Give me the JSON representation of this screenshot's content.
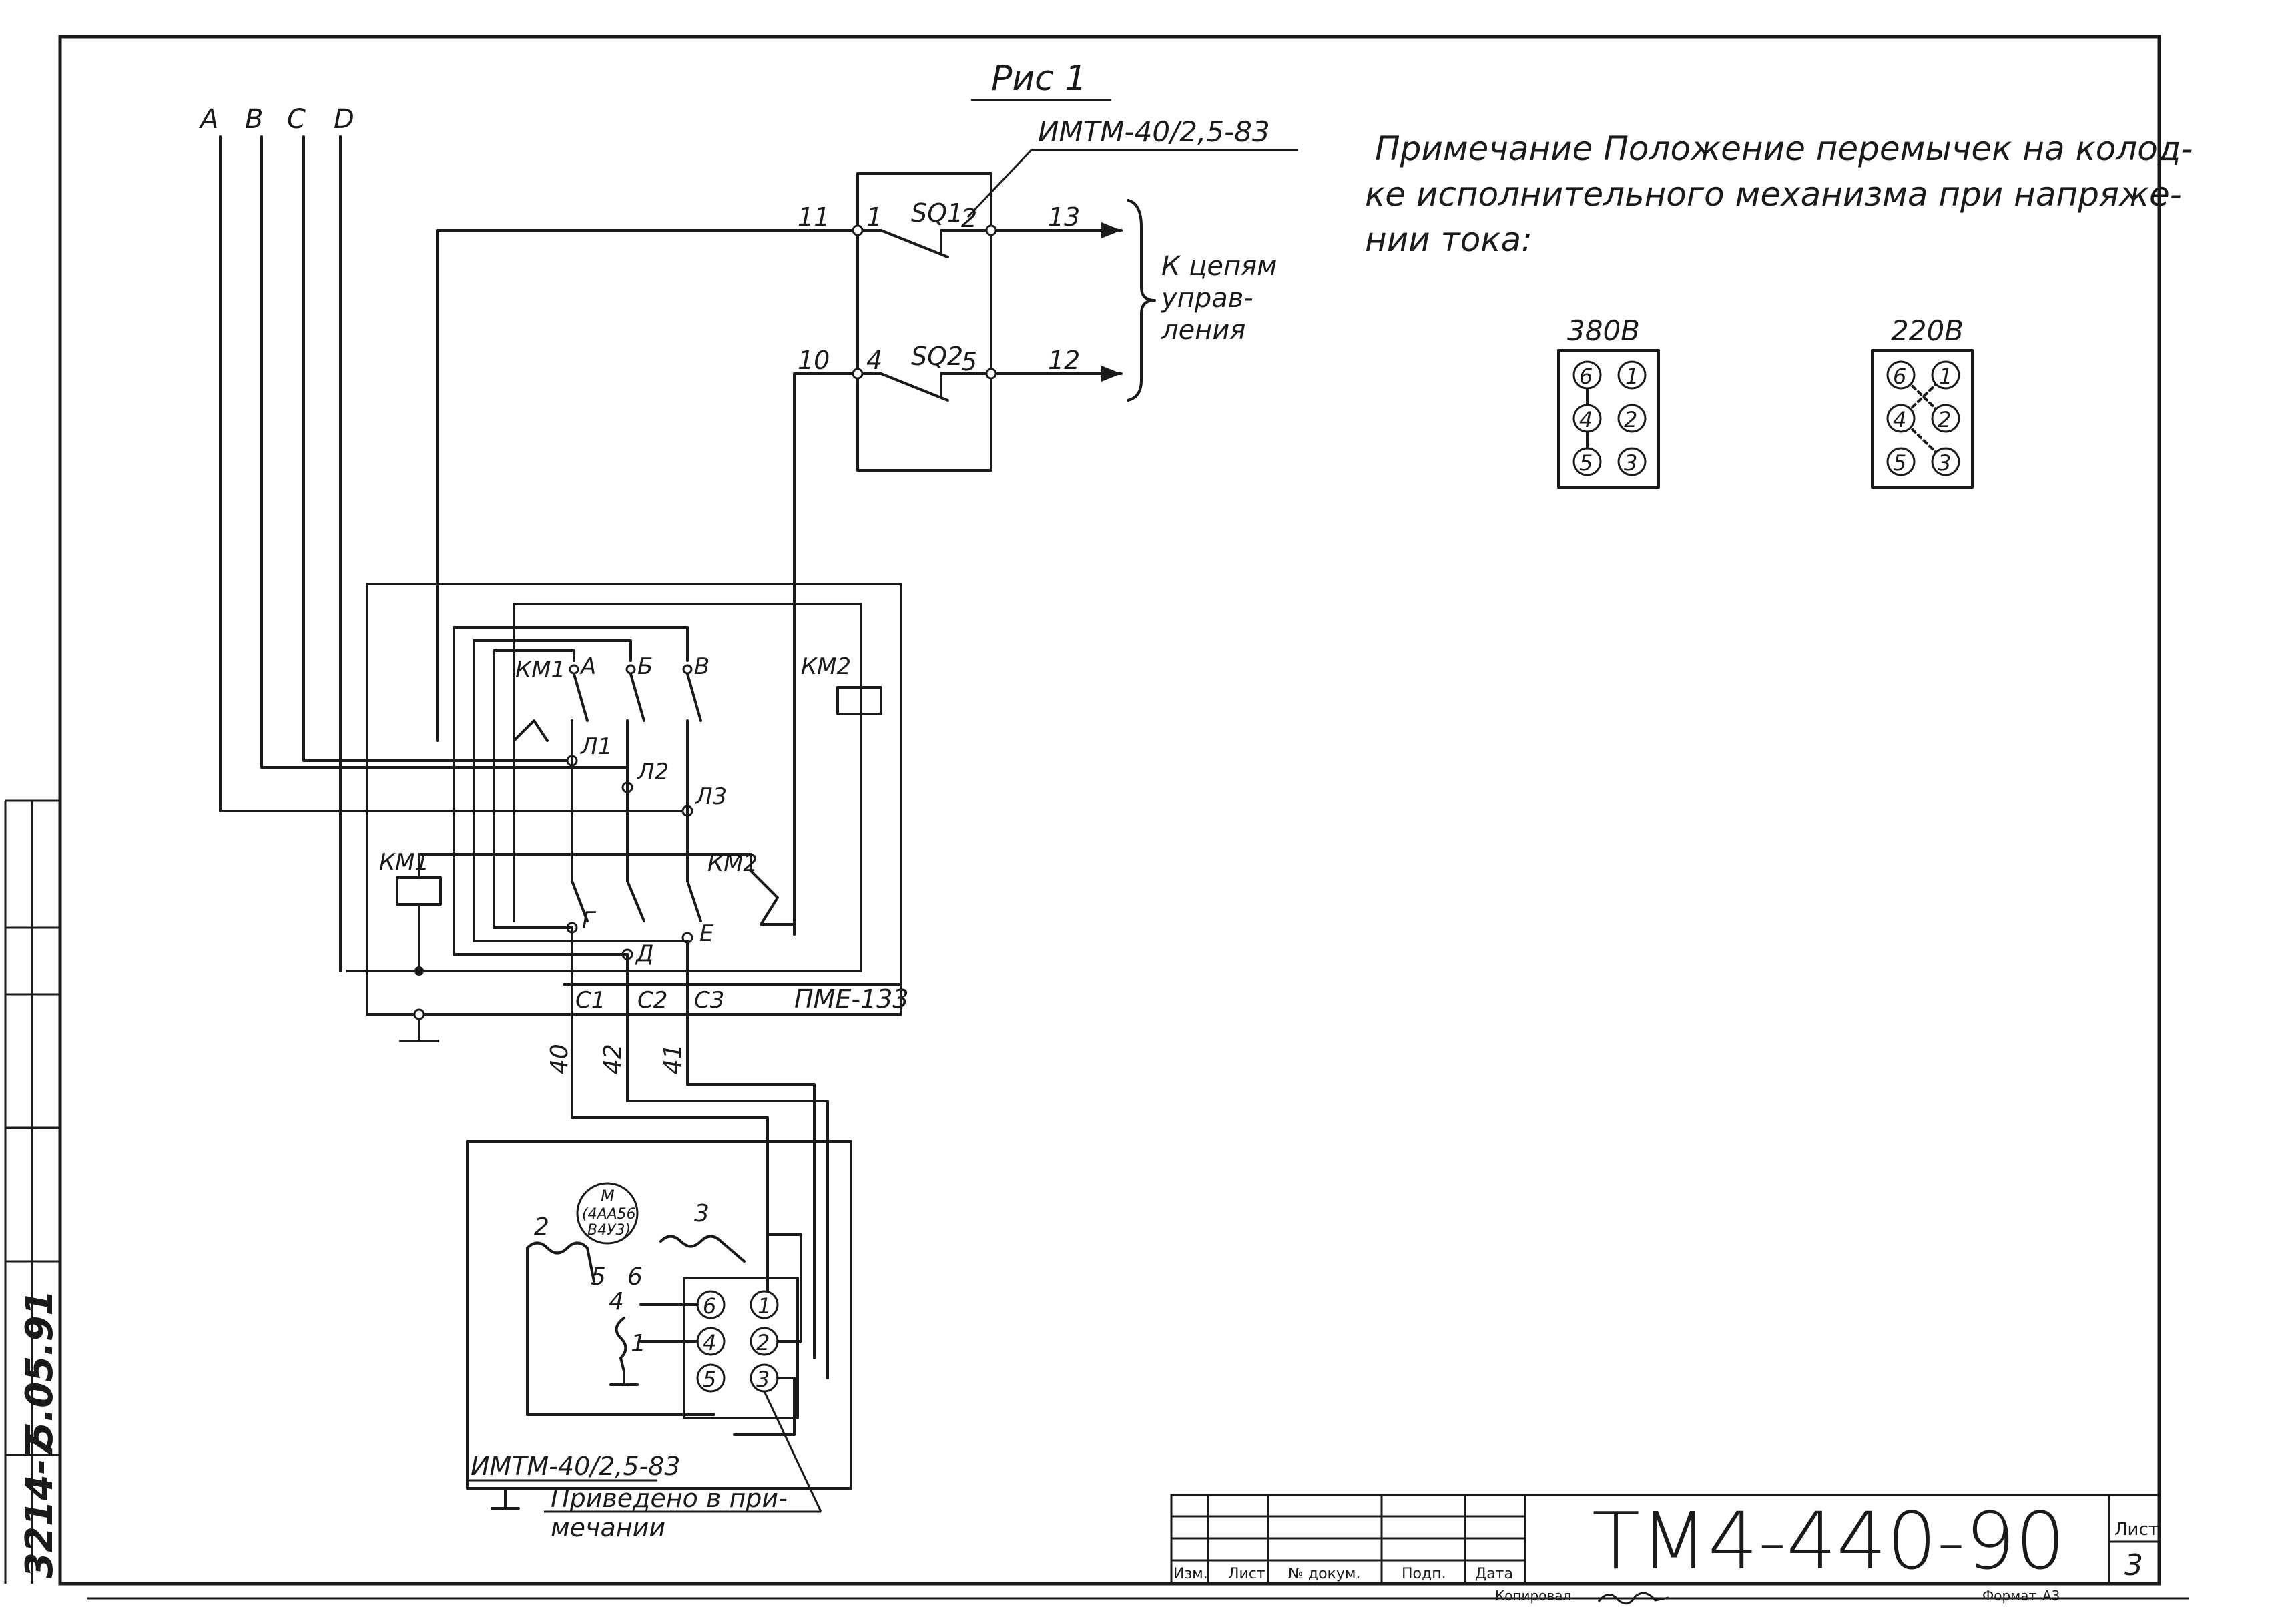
{
  "figure": {
    "title": "Рис 1",
    "device_ref": "ИМТМ-40/2,5-83"
  },
  "buses": [
    "A",
    "B",
    "C",
    "D"
  ],
  "limit_switches": {
    "sq1": {
      "name": "SQ1",
      "in_terminal": "1",
      "out_terminal": "2",
      "wire_in": "11",
      "wire_out": "13"
    },
    "sq2": {
      "name": "SQ2",
      "in_terminal": "4",
      "out_terminal": "5",
      "wire_in": "10",
      "wire_out": "12"
    },
    "control_note": [
      "К цепям",
      "управ-",
      "ления"
    ]
  },
  "note": {
    "lines": [
      "Примечание Положение перемычек на колод-",
      "ке исполнительного механизма при напряже-",
      "нии тока:"
    ],
    "block_380": {
      "label": "380В",
      "terminals": [
        "6",
        "1",
        "4",
        "2",
        "5",
        "3"
      ]
    },
    "block_220": {
      "label": "220В",
      "terminals": [
        "6",
        "1",
        "4",
        "2",
        "5",
        "3"
      ]
    }
  },
  "starter": {
    "model": "ПМЕ-133",
    "coil_km1": "КМ1",
    "coil_km2": "КМ2",
    "contact_labels_top": [
      "КМ1",
      "А",
      "Б",
      "В"
    ],
    "line_terminals": [
      "Л1",
      "Л2",
      "Л3"
    ],
    "contact_labels_bottom": [
      "КМ2",
      "Г",
      "Д",
      "Е"
    ],
    "outputs": [
      "С1",
      "С2",
      "С3"
    ]
  },
  "wires": [
    "40",
    "42",
    "41"
  ],
  "motor": {
    "circle_lines": [
      "М",
      "(4АА56",
      "В4У3)"
    ],
    "winding_terminals": [
      "2",
      "5",
      "6",
      "3",
      "4",
      "1"
    ],
    "block_terminals": [
      "6",
      "1",
      "4",
      "2",
      "5",
      "3"
    ],
    "device_label": "ИМТМ-40/2,5-83",
    "note_ref": [
      "Приведено в при-",
      "мечании"
    ]
  },
  "title_block": {
    "doc_number": "ТМ4-440-90",
    "sheet_label": "Лист",
    "sheet_number": "3",
    "columns": [
      "Изм.",
      "Лист",
      "№ докум.",
      "Подп.",
      "Дата"
    ],
    "copied_label": "Копировал",
    "format_label": "Формат",
    "format_value": "А3"
  },
  "margin_stamp": {
    "inv": "3214-7",
    "date": "5.05.91"
  }
}
